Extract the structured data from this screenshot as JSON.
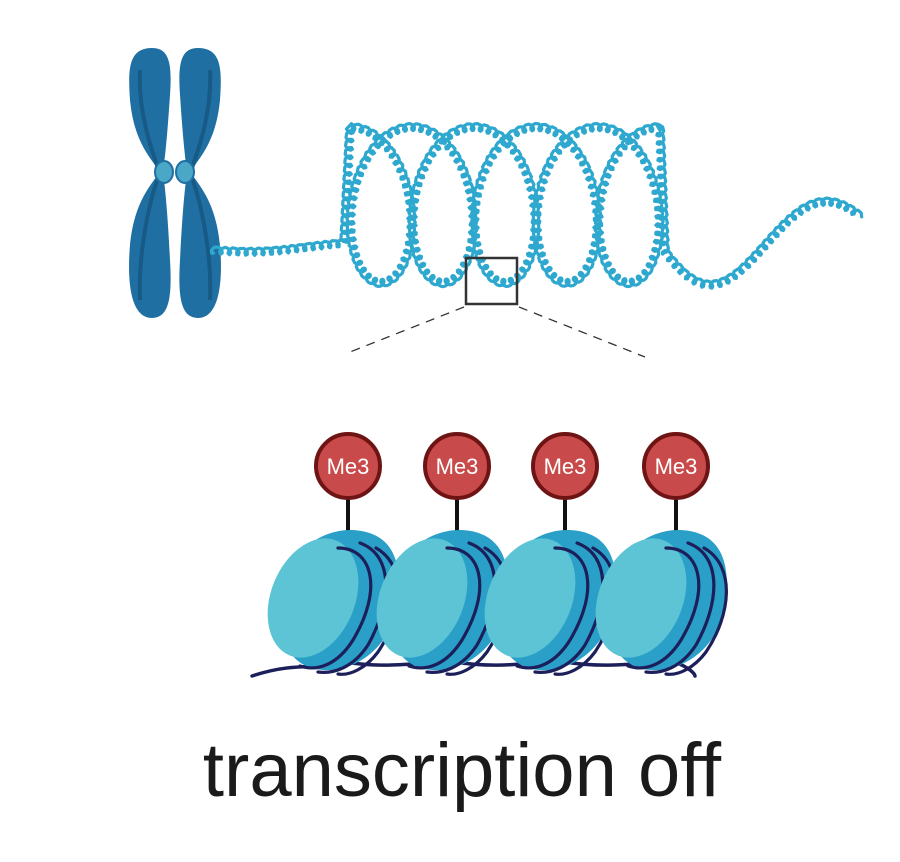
{
  "marks": [
    "Me3",
    "Me3",
    "Me3",
    "Me3"
  ],
  "caption": "transcription off",
  "colors": {
    "chromosome": "#1f6fa3",
    "chromosome_dark": "#175a86",
    "centromere": "#4aa7c5",
    "chromatin_fiber": "#2ea8cf",
    "histone_top": "#5cc4d4",
    "histone_side": "#2aa0c9",
    "dna_wrap": "#1c1f5a",
    "methyl_fill": "#c94a4a",
    "methyl_stroke": "#6e1414",
    "zoom_lines": "#333333"
  },
  "icons": [
    "chromosome-icon",
    "chromatin-fiber-icon",
    "nucleosome-icon",
    "methyl-mark-icon"
  ]
}
